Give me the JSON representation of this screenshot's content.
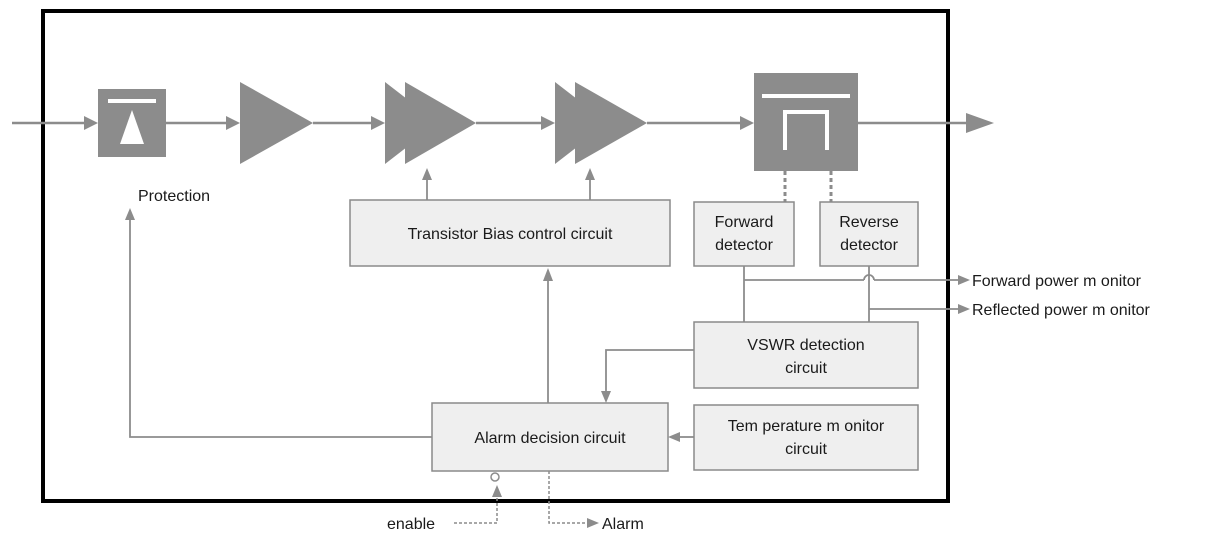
{
  "labels": {
    "protection": "Protection",
    "bias_control": "Transistor Bias control circuit",
    "forward_detector_1": "Forward",
    "forward_detector_2": "detector",
    "reverse_detector_1": "Reverse",
    "reverse_detector_2": "detector",
    "forward_power_monitor": "Forward power m onitor",
    "reflected_power_monitor": "Reflected power m onitor",
    "vswr_1": "VSWR detection",
    "vswr_2": "circuit",
    "temp_1": "Tem perature m onitor",
    "temp_2": "circuit",
    "alarm_decision": "Alarm  decision circuit",
    "enable": "enable",
    "alarm": "Alarm"
  },
  "colors": {
    "block_gray": "#8c8c8c",
    "box_fill": "#efefef",
    "frame": "#000000"
  }
}
